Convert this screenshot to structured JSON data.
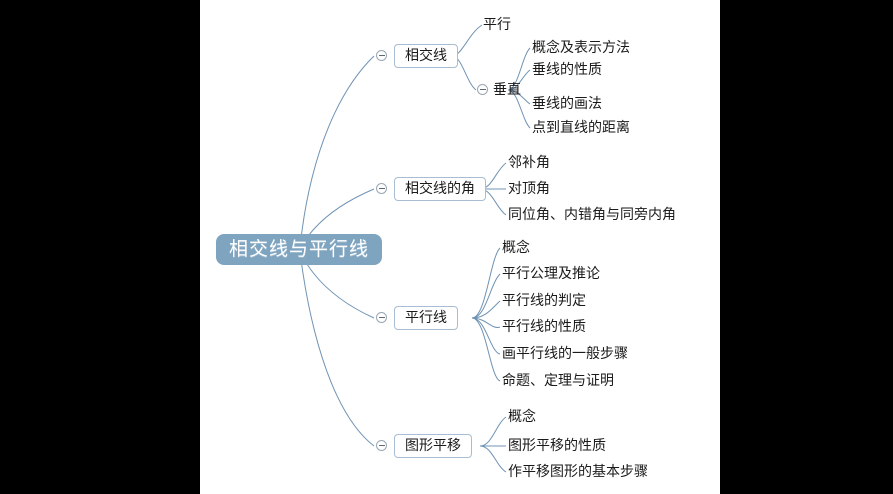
{
  "document": {
    "type": "mind-map",
    "title": "相交线与平行线",
    "background_color": "#ffffff",
    "letterbox_color": "#000000"
  },
  "colors": {
    "root_fill": "#7fa4c0",
    "root_text": "#ffffff",
    "branch_border": "#a8bdd2",
    "branch_fill": "#ffffff",
    "text": "#1a1a1a",
    "connector": "#6f93b4"
  },
  "root": {
    "label": "相交线与平行线"
  },
  "branches": [
    {
      "label": "相交线",
      "toggle": "collapse-minus-icon",
      "children": [
        {
          "label": "平行",
          "toggle": null,
          "children": []
        },
        {
          "label": "垂直",
          "toggle": "collapse-minus-icon",
          "children": [
            {
              "label": "概念及表示方法"
            },
            {
              "label": "垂线的性质"
            },
            {
              "label": "垂线的画法"
            },
            {
              "label": "点到直线的距离"
            }
          ]
        }
      ]
    },
    {
      "label": "相交线的角",
      "toggle": "collapse-minus-icon",
      "children": [
        {
          "label": "邻补角",
          "toggle": null,
          "children": []
        },
        {
          "label": "对顶角",
          "toggle": null,
          "children": []
        },
        {
          "label": "同位角、内错角与同旁内角",
          "toggle": null,
          "children": []
        }
      ]
    },
    {
      "label": "平行线",
      "toggle": "collapse-minus-icon",
      "children": [
        {
          "label": "概念",
          "toggle": null,
          "children": []
        },
        {
          "label": "平行公理及推论",
          "toggle": null,
          "children": []
        },
        {
          "label": "平行线的判定",
          "toggle": null,
          "children": []
        },
        {
          "label": "平行线的性质",
          "toggle": null,
          "children": []
        },
        {
          "label": "画平行线的一般步骤",
          "toggle": null,
          "children": []
        },
        {
          "label": "命题、定理与证明",
          "toggle": null,
          "children": []
        }
      ]
    },
    {
      "label": "图形平移",
      "toggle": "collapse-minus-icon",
      "children": [
        {
          "label": "概念",
          "toggle": null,
          "children": []
        },
        {
          "label": "图形平移的性质",
          "toggle": null,
          "children": []
        },
        {
          "label": "作平移图形的基本步骤",
          "toggle": null,
          "children": []
        }
      ]
    }
  ]
}
